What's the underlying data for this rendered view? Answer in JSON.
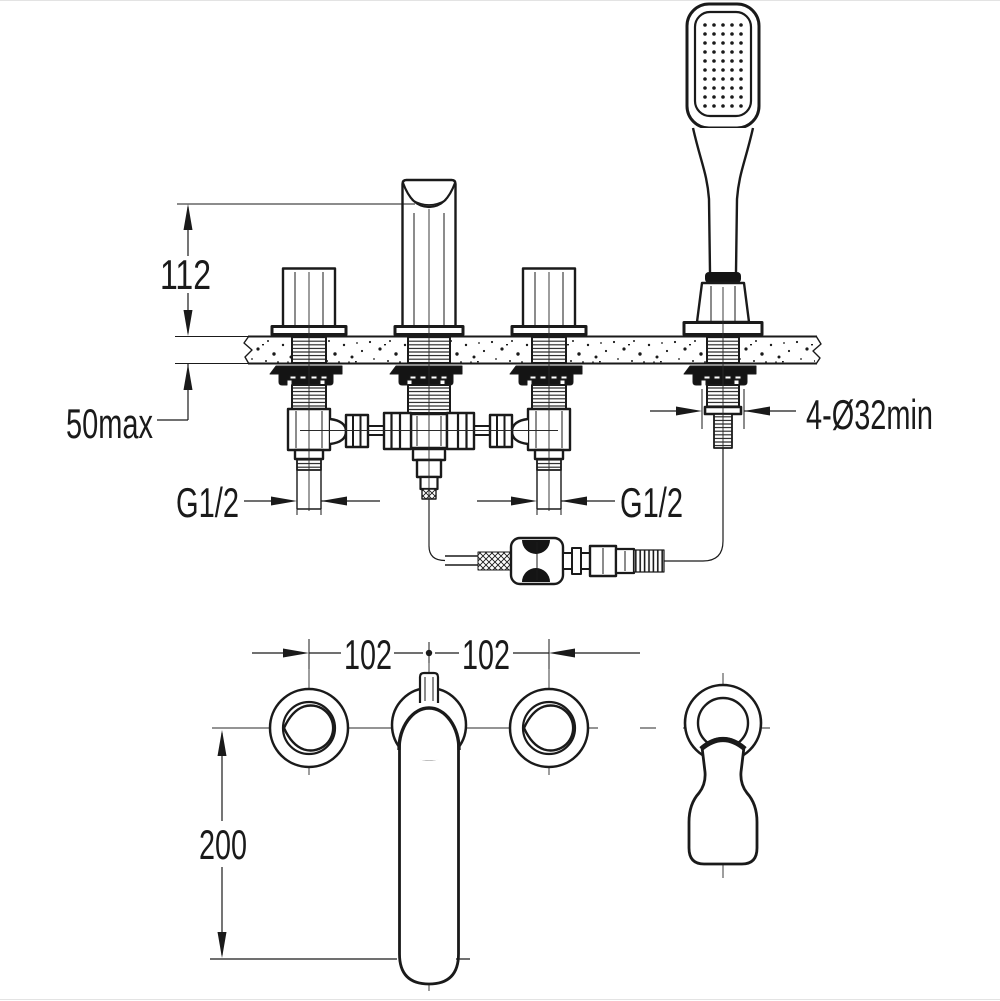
{
  "drawing": {
    "description": "Deck-mounted 4-hole bath mixer with hand shower installation diagram",
    "colors": {
      "ink": "#1a1a1a",
      "paper": "#ffffff"
    },
    "labels": {
      "height_above_deck": "112",
      "max_deck_thickness": "50max",
      "inlet_thread_left": "G1/2",
      "inlet_thread_right": "G1/2",
      "hole_diameter": "4-Ø32min",
      "hole_spacing_left": "102",
      "hole_spacing_right": "102",
      "spout_reach": "200"
    }
  }
}
